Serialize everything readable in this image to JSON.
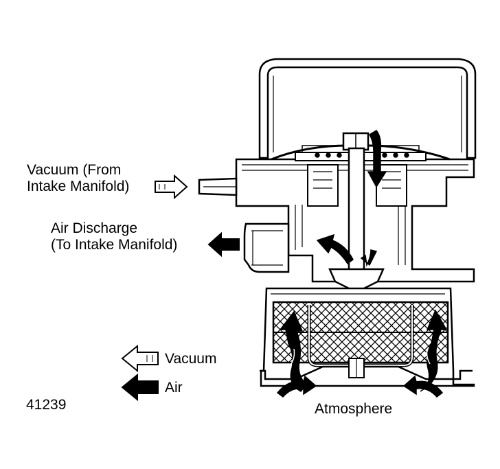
{
  "labels": {
    "vacuum_source_line1": "Vacuum (From",
    "vacuum_source_line2": "Intake Manifold)",
    "air_discharge_line1": "Air Discharge",
    "air_discharge_line2": "(To Intake Manifold)",
    "atmosphere": "Atmosphere",
    "figure_number": "41239"
  },
  "legend": {
    "vacuum": "Vacuum",
    "air": "Air"
  },
  "colors": {
    "line": "#000000",
    "background": "#ffffff",
    "hollow_arrow_fill": "#ffffff",
    "solid_arrow_fill": "#000000"
  }
}
